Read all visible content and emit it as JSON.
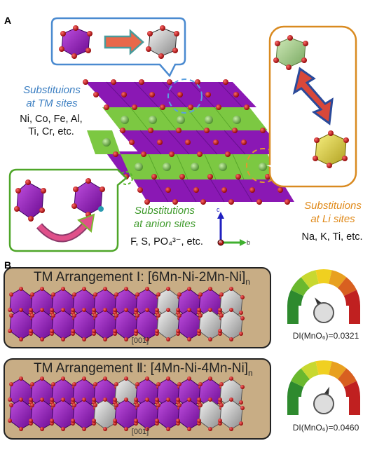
{
  "panel_a": {
    "letter": "A",
    "tm_sites": {
      "title_line1": "Substituions",
      "title_line2": "at TM sites",
      "elements_line1": "Ni, Co, Fe, Al,",
      "elements_line2": "Ti, Cr, etc."
    },
    "li_sites": {
      "title_line1": "Substituions",
      "title_line2": "at Li sites",
      "elements": "Na, K, Ti, etc."
    },
    "anion_sites": {
      "title_line1": "Substitutions",
      "title_line2": "at anion sites",
      "elements": "F, S, PO₄³⁻, etc."
    },
    "axes": {
      "c": "c",
      "b": "b",
      "a": "a"
    }
  },
  "panel_b": {
    "letter": "B",
    "arrangement_1": {
      "title": "TM Arrangement Ⅰ: [6Mn-Ni-2Mn-Ni]",
      "subscript": "n",
      "direction": "[001]",
      "di_label": "DI(MnO₆)=0.0321",
      "gauge_level": 0.3
    },
    "arrangement_2": {
      "title": "TM Arrangement Ⅱ: [4Mn-Ni-4Mn-Ni]",
      "subscript": "n",
      "direction": "[001]",
      "di_label": "DI(MnO₆)=0.0460",
      "gauge_level": 0.62
    }
  },
  "colors": {
    "mn_octahedra": "#a020c8",
    "ni_octahedra": "#c8c8c8",
    "li_layer": "#7fc845",
    "oxygen": "#c01010",
    "blue_callout": "#4a8ad0",
    "orange_callout": "#d98a20",
    "green_callout": "#4ea628",
    "panel_bg": "#c8ad85"
  }
}
